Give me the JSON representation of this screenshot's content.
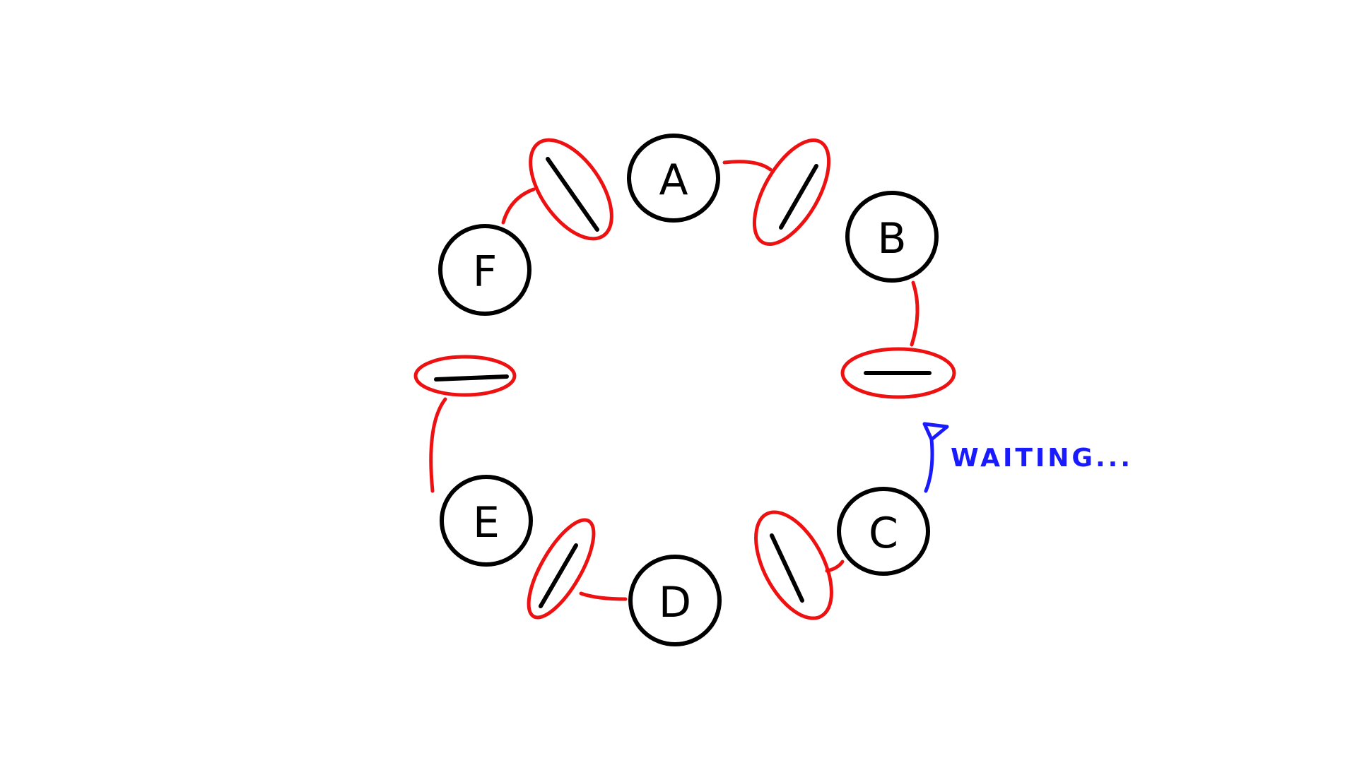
{
  "diagram": {
    "nodes": [
      {
        "id": "node-a",
        "label": "A"
      },
      {
        "id": "node-b",
        "label": "B"
      },
      {
        "id": "node-c",
        "label": "C"
      },
      {
        "id": "node-d",
        "label": "D"
      },
      {
        "id": "node-e",
        "label": "E"
      },
      {
        "id": "node-f",
        "label": "F"
      }
    ],
    "status_text": "WAITING...",
    "colors": {
      "node_stroke": "#000000",
      "link_stroke": "#ee1111",
      "status": "#1a1aff"
    }
  }
}
